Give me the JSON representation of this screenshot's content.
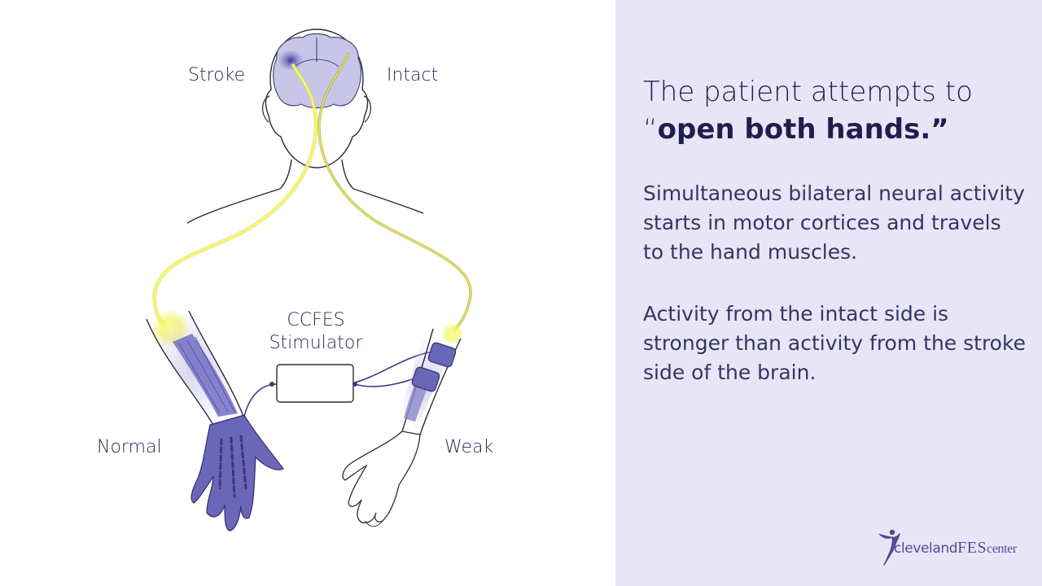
{
  "diagram": {
    "labels": {
      "stroke": "Stroke",
      "intact": "Intact",
      "normal": "Normal",
      "weak": "Weak",
      "stimulator_line1": "CCFES",
      "stimulator_line2": "Stimulator"
    }
  },
  "text_panel": {
    "headline_line1": "The patient attempts to",
    "headline_line2_open_quote": "“",
    "headline_line2_emphasis": "open both hands.",
    "headline_line2_close_quote": "”",
    "paragraph1": "Simultaneous bilateral neural activity starts in motor cortices and travels to the hand muscles.",
    "paragraph2": "Activity from the intact side is stronger than activity from the stroke side of the brain."
  },
  "logo": {
    "part1": "cleveland",
    "part2": "FES",
    "part3": "center"
  },
  "colors": {
    "panel_background": "#e8e6f6",
    "text_primary": "#1f1f4f",
    "neural_signal": "#f2f25a",
    "muscle_active": "#6a66b8",
    "logo": "#4f4b96"
  }
}
